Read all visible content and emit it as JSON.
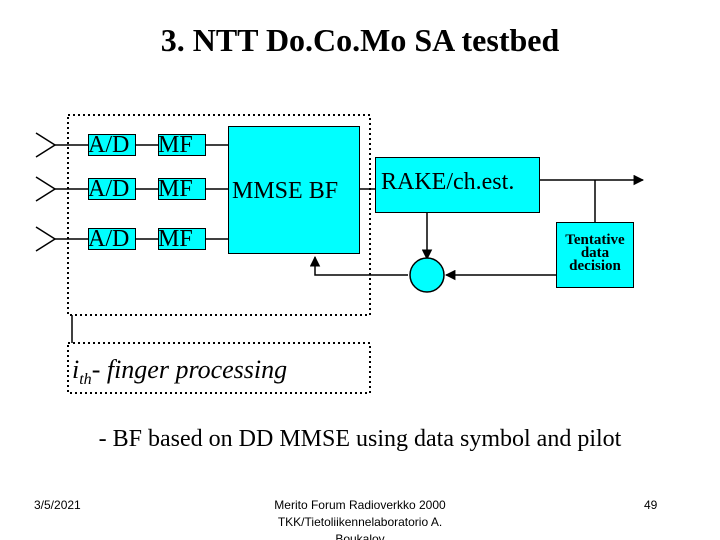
{
  "title": "3. NTT Do.Co.Mo SA testbed",
  "blocks": {
    "ad_label": "A/D",
    "mf_label": "MF",
    "mmse_bf_label": "MMSE BF",
    "rake_label": "RAKE/ch.est.",
    "tentative_lines": [
      "Tentative",
      "data",
      "decision"
    ]
  },
  "finger_processing": {
    "prefix": "i",
    "subscript": "th",
    "text": "- finger processing"
  },
  "note": "- BF based on DD MMSE using data symbol and pilot",
  "footer": {
    "date": "3/5/2021",
    "center_lines": [
      "Merito Forum Radioverkko 2000",
      "TKK/Tietoliikennelaboratorio   A.",
      "Boukalov"
    ],
    "page": "49"
  },
  "colors": {
    "block_fill": "#00ffff",
    "line": "#000000",
    "background": "#ffffff"
  }
}
